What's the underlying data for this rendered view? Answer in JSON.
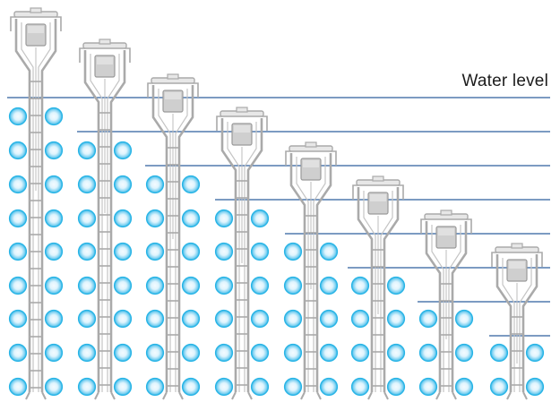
{
  "labels": {
    "water_level": "Water level"
  },
  "diagram": {
    "description_free": true,
    "sensor_count": 8,
    "water_line_levels_from_top": [
      1,
      2,
      3,
      4,
      5,
      6,
      7,
      8
    ],
    "colors": {
      "water_line": "#2f5f9e",
      "frame_stroke": "#aaaaaa",
      "frame_fill": "#e7e7e7",
      "ball_edge": "#27b4e6",
      "ball_center": "#f3fbff"
    },
    "bubble_rows": 9
  }
}
